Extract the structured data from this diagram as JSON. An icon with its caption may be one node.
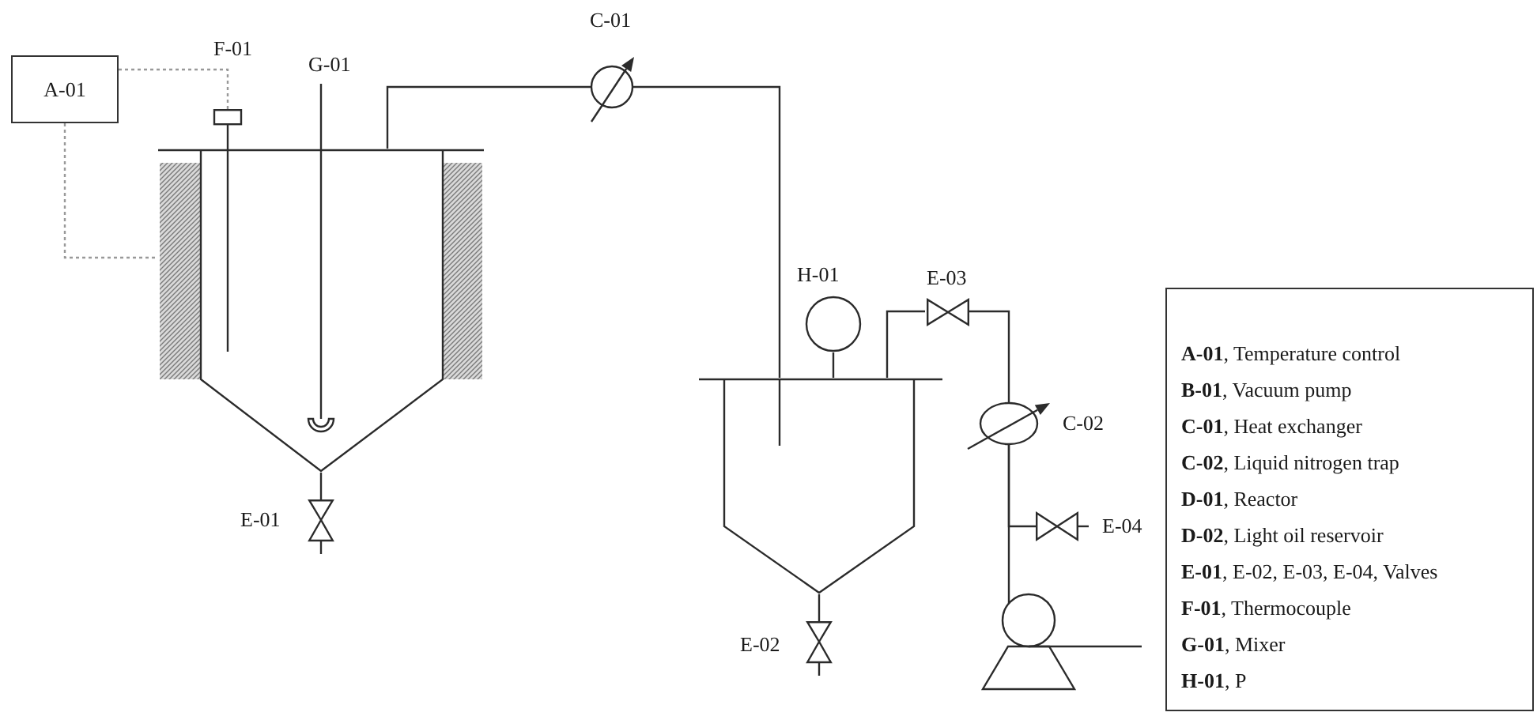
{
  "diagram": {
    "nodes": [
      {
        "text": [
          "A-01"
        ]
      },
      {
        "text": [
          "F-01"
        ]
      },
      {
        "text": [
          "G-01"
        ]
      },
      {
        "text": [],
        "shape": "vessel"
      },
      {
        "text": [
          "E-01"
        ]
      },
      {
        "text": [
          "C-01"
        ]
      },
      {
        "text": [
          "H-01"
        ]
      },
      {
        "text": [],
        "shape": "vessel"
      },
      {
        "text": [
          "E-02"
        ]
      },
      {
        "text": [
          "E-03"
        ]
      },
      {
        "text": [
          "C-02"
        ]
      },
      {
        "text": [
          "E-04"
        ]
      },
      {
        "text": [],
        "shape": "pump"
      }
    ],
    "edges": [
      {
        "from": 0,
        "to": 1,
        "arrow": "none",
        "style": "dashed",
        "color": "#999999"
      },
      {
        "from": 0,
        "to": 3,
        "arrow": "none",
        "style": "dashed",
        "color": "#999999"
      },
      {
        "from": 3,
        "to": 4,
        "arrow": "none"
      },
      {
        "from": 3,
        "to": 5,
        "arrow": "none"
      },
      {
        "from": 5,
        "to": 7,
        "arrow": "none"
      },
      {
        "from": 7,
        "to": 6,
        "arrow": "none"
      },
      {
        "from": 7,
        "to": 8,
        "arrow": "none"
      },
      {
        "from": 7,
        "to": 9,
        "arrow": "none"
      },
      {
        "from": 9,
        "to": 10,
        "arrow": "none"
      },
      {
        "from": 10,
        "to": 11,
        "arrow": "none"
      },
      {
        "from": 10,
        "to": 12,
        "arrow": "none"
      },
      {
        "from": 12,
        "to": null,
        "arrow": "none"
      }
    ],
    "legend": [
      {
        "text": "**A-01**, Temperature control"
      },
      {
        "text": "**B-01**, Vacuum pump"
      },
      {
        "text": "**C-01**, Heat exchanger"
      },
      {
        "text": "**C-02**, Liquid nitrogen trap"
      },
      {
        "text": "**D-01**, Reactor"
      },
      {
        "text": "**D-02**, Light oil reservoir"
      },
      {
        "text": "**E-01**, E-02, E-03, E-04, Valves"
      },
      {
        "text": "**F-01**, Thermocouple"
      },
      {
        "text": "**G-01**, Mixer"
      },
      {
        "text": "**H-01**, P"
      }
    ]
  }
}
